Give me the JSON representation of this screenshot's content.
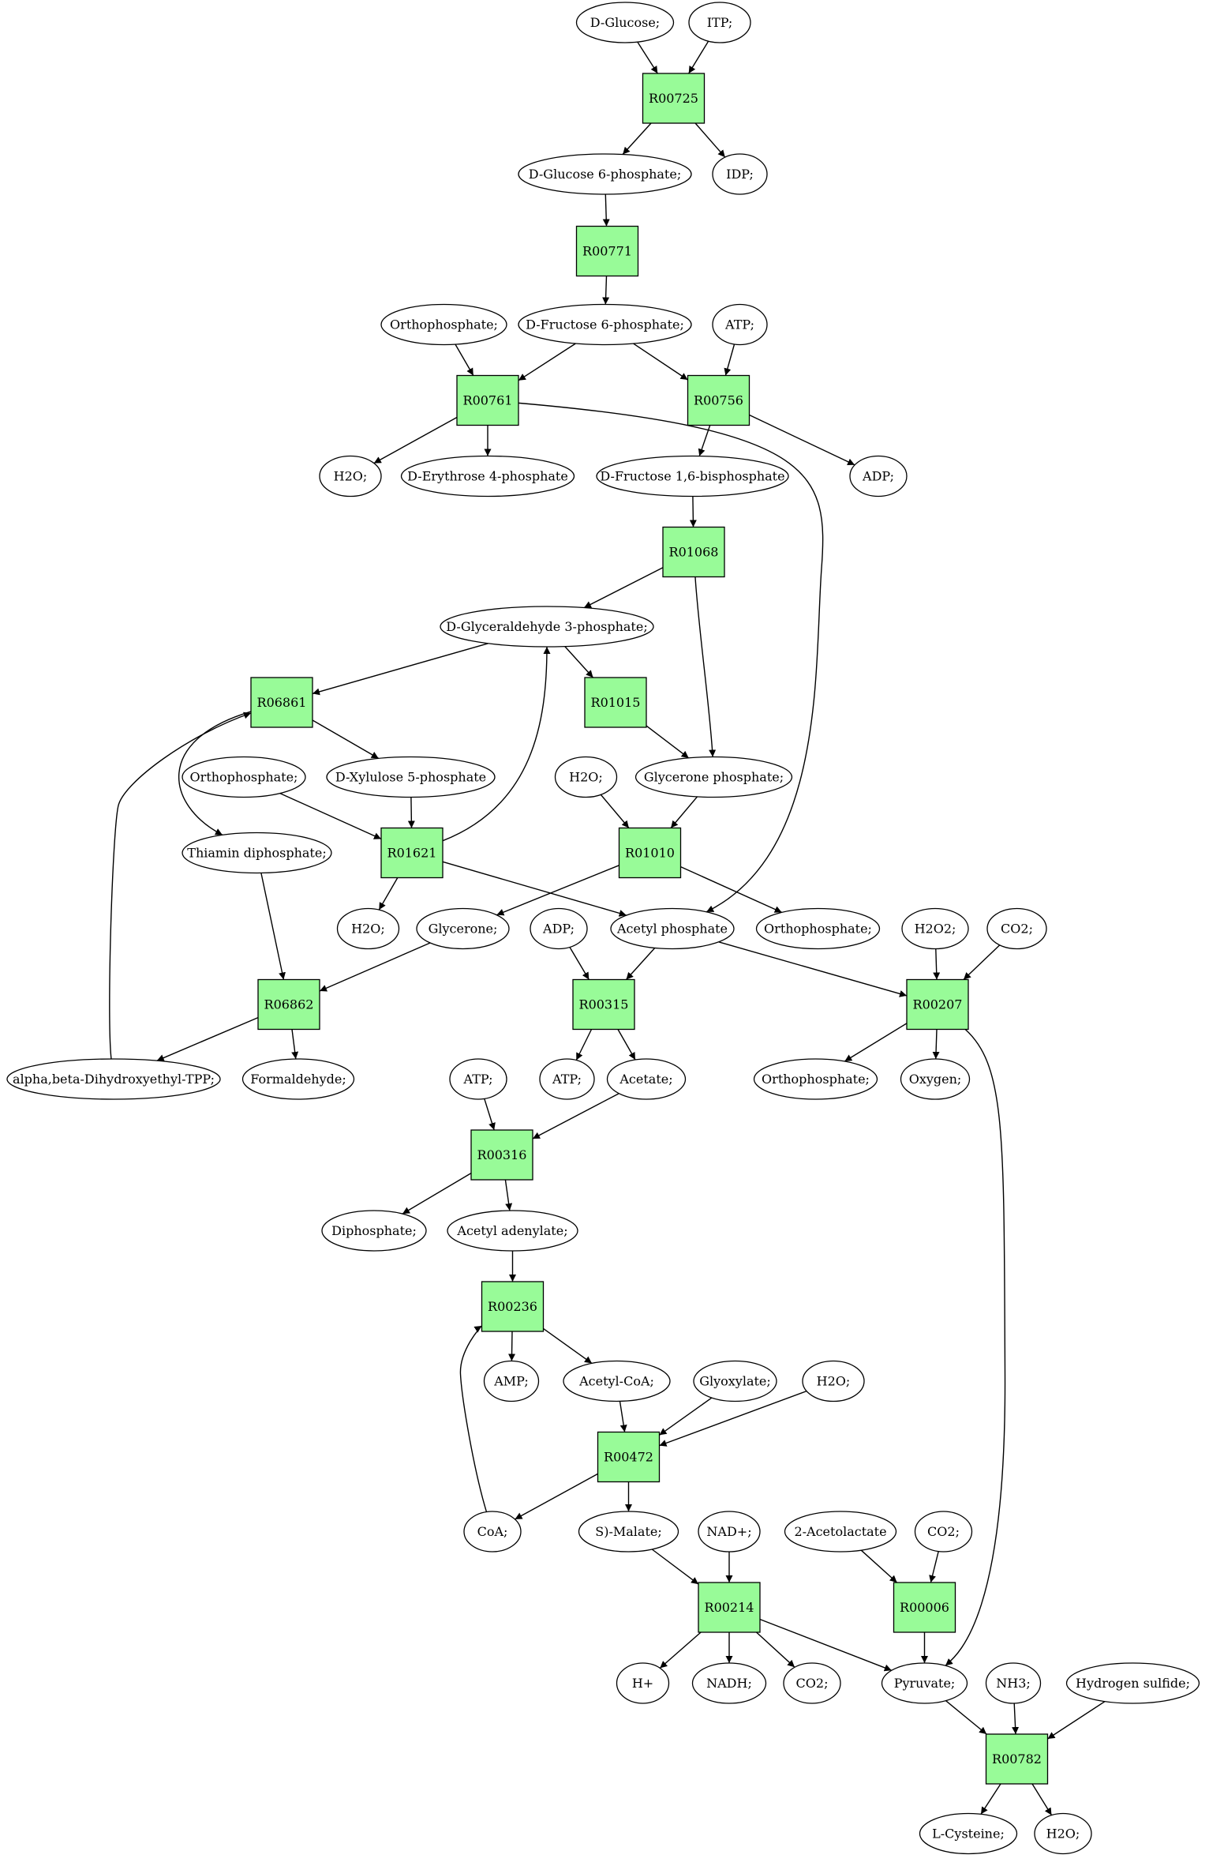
{
  "colors": {
    "reaction_fill": "#98fb98",
    "start_fill": "#00ff00",
    "target_fill": "#ffff00",
    "compound_fill": "#ffffff",
    "stroke": "#000000"
  },
  "reactions": [
    {
      "id": "r_R00725",
      "label": "R00725"
    },
    {
      "id": "r_R00771",
      "label": "R00771"
    },
    {
      "id": "r_R00761",
      "label": "R00761"
    },
    {
      "id": "r_R00756",
      "label": "R00756"
    },
    {
      "id": "r_R01068",
      "label": "R01068"
    },
    {
      "id": "r_R06861",
      "label": "R06861"
    },
    {
      "id": "r_R01015",
      "label": "R01015"
    },
    {
      "id": "r_R01621",
      "label": "R01621"
    },
    {
      "id": "r_R01010",
      "label": "R01010"
    },
    {
      "id": "r_R06862",
      "label": "R06862"
    },
    {
      "id": "r_R00315",
      "label": "R00315"
    },
    {
      "id": "r_R00207",
      "label": "R00207"
    },
    {
      "id": "r_R00316",
      "label": "R00316"
    },
    {
      "id": "r_R00236",
      "label": "R00236"
    },
    {
      "id": "r_R00472",
      "label": "R00472"
    },
    {
      "id": "r_R00214",
      "label": "R00214"
    },
    {
      "id": "r_R00006",
      "label": "R00006"
    },
    {
      "id": "r_R00782",
      "label": "R00782"
    }
  ],
  "compounds": [
    {
      "id": "c_dglucose",
      "label": "D-Glucose;",
      "role": "start"
    },
    {
      "id": "c_itp",
      "label": "ITP;"
    },
    {
      "id": "c_g6p",
      "label": "D-Glucose 6-phosphate;"
    },
    {
      "id": "c_idp",
      "label": "IDP;"
    },
    {
      "id": "c_ortho1",
      "label": "Orthophosphate;"
    },
    {
      "id": "c_f6p",
      "label": "D-Fructose 6-phosphate;"
    },
    {
      "id": "c_atp1",
      "label": "ATP;"
    },
    {
      "id": "c_h2o_1",
      "label": "H2O;"
    },
    {
      "id": "c_e4p",
      "label": "D-Erythrose 4-phosphate"
    },
    {
      "id": "c_f16bp",
      "label": "D-Fructose 1,6-bisphosphate"
    },
    {
      "id": "c_adp1",
      "label": "ADP;"
    },
    {
      "id": "c_gap",
      "label": "D-Glyceraldehyde 3-phosphate;"
    },
    {
      "id": "c_ortho2",
      "label": "Orthophosphate;"
    },
    {
      "id": "c_xu5p",
      "label": "D-Xylulose 5-phosphate"
    },
    {
      "id": "c_h2o_2",
      "label": "H2O;"
    },
    {
      "id": "c_dhap",
      "label": "Glycerone phosphate;"
    },
    {
      "id": "c_tpp",
      "label": "Thiamin diphosphate;"
    },
    {
      "id": "c_h2o_3",
      "label": "H2O;"
    },
    {
      "id": "c_glycerone",
      "label": "Glycerone;"
    },
    {
      "id": "c_adp2",
      "label": "ADP;"
    },
    {
      "id": "c_acp",
      "label": "Acetyl phosphate"
    },
    {
      "id": "c_ortho3",
      "label": "Orthophosphate;"
    },
    {
      "id": "c_h2o2",
      "label": "H2O2;"
    },
    {
      "id": "c_co2_1",
      "label": "CO2;"
    },
    {
      "id": "c_dhetpp",
      "label": "alpha,beta-Dihydroxyethyl-TPP;"
    },
    {
      "id": "c_formaldehyde",
      "label": "Formaldehyde;"
    },
    {
      "id": "c_atp2",
      "label": "ATP;"
    },
    {
      "id": "c_atp3",
      "label": "ATP;"
    },
    {
      "id": "c_acetate",
      "label": "Acetate;"
    },
    {
      "id": "c_ortho4",
      "label": "Orthophosphate;"
    },
    {
      "id": "c_oxygen",
      "label": "Oxygen;"
    },
    {
      "id": "c_diphosphate",
      "label": "Diphosphate;"
    },
    {
      "id": "c_acetyladenylate",
      "label": "Acetyl adenylate;"
    },
    {
      "id": "c_amp",
      "label": "AMP;"
    },
    {
      "id": "c_acetylcoa",
      "label": "Acetyl-CoA;"
    },
    {
      "id": "c_glyoxylate",
      "label": "Glyoxylate;"
    },
    {
      "id": "c_h2o_4",
      "label": "H2O;"
    },
    {
      "id": "c_coa",
      "label": "CoA;"
    },
    {
      "id": "c_smalate",
      "label": "S)-Malate;"
    },
    {
      "id": "c_nad",
      "label": "NAD+;"
    },
    {
      "id": "c_acetolactate",
      "label": "2-Acetolactate"
    },
    {
      "id": "c_co2_2",
      "label": "CO2;"
    },
    {
      "id": "c_hplus",
      "label": "H+"
    },
    {
      "id": "c_nadh",
      "label": "NADH;"
    },
    {
      "id": "c_co2_3",
      "label": "CO2;"
    },
    {
      "id": "c_pyruvate",
      "label": "Pyruvate;"
    },
    {
      "id": "c_nh3",
      "label": "NH3;"
    },
    {
      "id": "c_h2s",
      "label": "Hydrogen sulfide;"
    },
    {
      "id": "c_lcysteine",
      "label": "L-Cysteine;",
      "role": "target"
    },
    {
      "id": "c_h2o_5",
      "label": "H2O;"
    }
  ]
}
